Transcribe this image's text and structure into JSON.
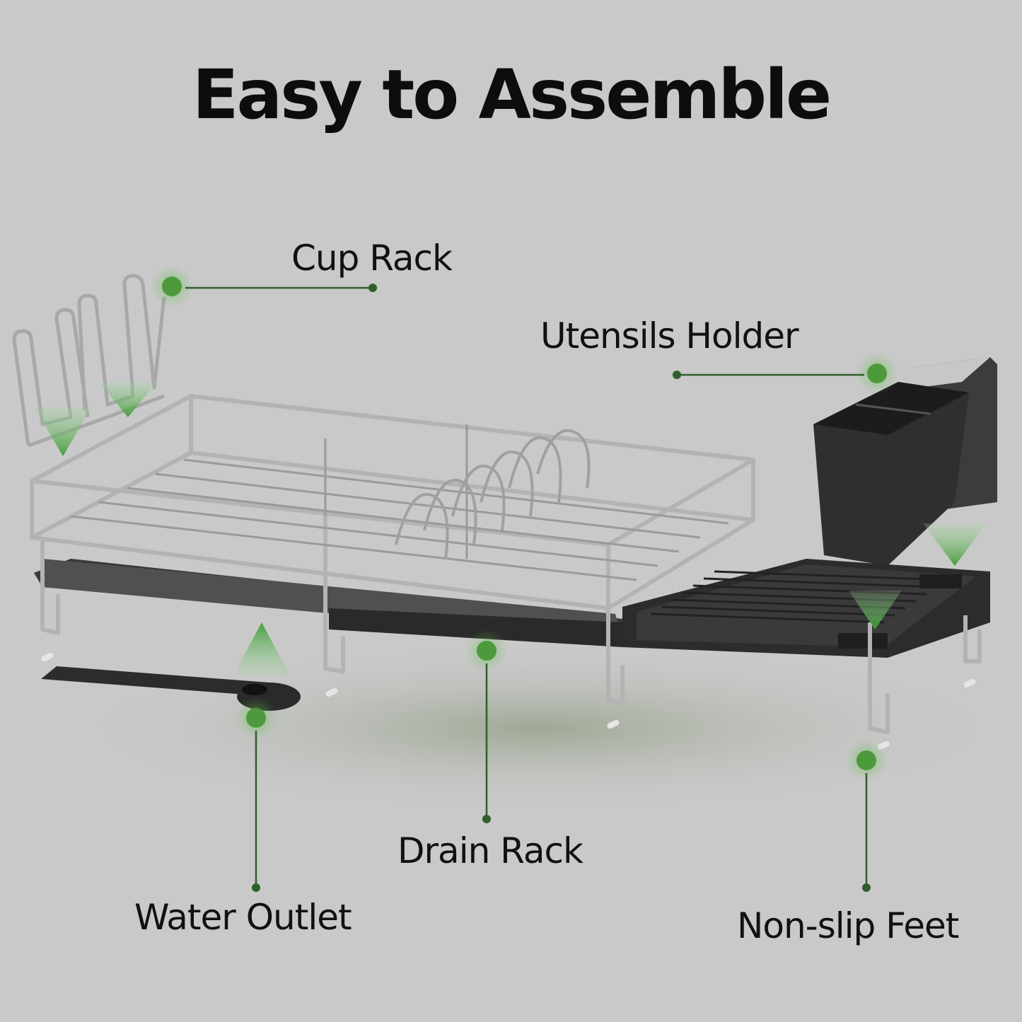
{
  "title": "Easy to Assemble",
  "labels": {
    "cup_rack": "Cup Rack",
    "utensils_holder": "Utensils Holder",
    "drain_rack": "Drain Rack",
    "water_outlet": "Water Outlet",
    "non_slip_feet": "Non-slip Feet"
  },
  "colors": {
    "background": "#c9c9c9",
    "accent_green": "#3f8f3a",
    "leader_line": "#2f5f2a",
    "tray": "#2c2c2c",
    "steel": "#b8b8b8"
  }
}
